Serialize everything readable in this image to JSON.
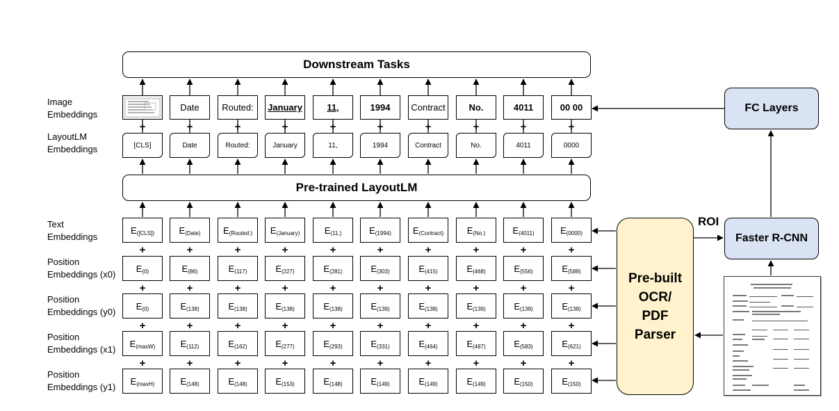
{
  "top_bar": "Downstream Tasks",
  "mid_bar": "Pre-trained LayoutLM",
  "row_labels": {
    "image": "Image\nEmbeddings",
    "layout": "LayoutLM\nEmbeddings",
    "text": "Text\nEmbeddings",
    "x0": "Position\nEmbeddings (x0)",
    "y0": "Position\nEmbeddings (y0)",
    "x1": "Position\nEmbeddings (x1)",
    "y1": "Position\nEmbeddings (y1)"
  },
  "plus_sign": "+",
  "image_tokens": [
    "Date",
    "Routed:",
    "January",
    "11,",
    "1994",
    "Contract",
    "No.",
    "4011",
    "00 00"
  ],
  "layout_tokens": [
    "[CLS]",
    "Date",
    "Routed:",
    "January",
    "11,",
    "1994",
    "Contract",
    "No.",
    "4011",
    "0000"
  ],
  "embedding_letter": "E",
  "text_tokens": [
    "([CLS])",
    "(Date)",
    "(Routed:)",
    "(January)",
    "(11,)",
    "(1994)",
    "(Contract)",
    "(No.)",
    "(4011)",
    "(0000)"
  ],
  "x0_tokens": [
    "(0)",
    "(86)",
    "(117)",
    "(227)",
    "(281)",
    "(303)",
    "(415)",
    "(468)",
    "(556)",
    "(589)"
  ],
  "y0_tokens": [
    "(0)",
    "(138)",
    "(138)",
    "(138)",
    "(138)",
    "(139)",
    "(138)",
    "(139)",
    "(139)",
    "(139)"
  ],
  "x1_tokens": [
    "(maxW)",
    "(112)",
    "(162)",
    "(277)",
    "(293)",
    "(331)",
    "(464)",
    "(487)",
    "(583)",
    "(621)"
  ],
  "y1_tokens": [
    "(maxH)",
    "(148)",
    "(148)",
    "(153)",
    "(148)",
    "(149)",
    "(149)",
    "(149)",
    "(150)",
    "(150)"
  ],
  "ocr_parser": "Pre-built\nOCR/\nPDF\nParser",
  "fc_layers": "FC Layers",
  "faster_rcnn": "Faster R-CNN",
  "roi": "ROI",
  "colors": {
    "fc_fill": "#dae3f3",
    "rcnn_fill": "#dae3f3",
    "ocr_fill": "#fff2cc"
  }
}
